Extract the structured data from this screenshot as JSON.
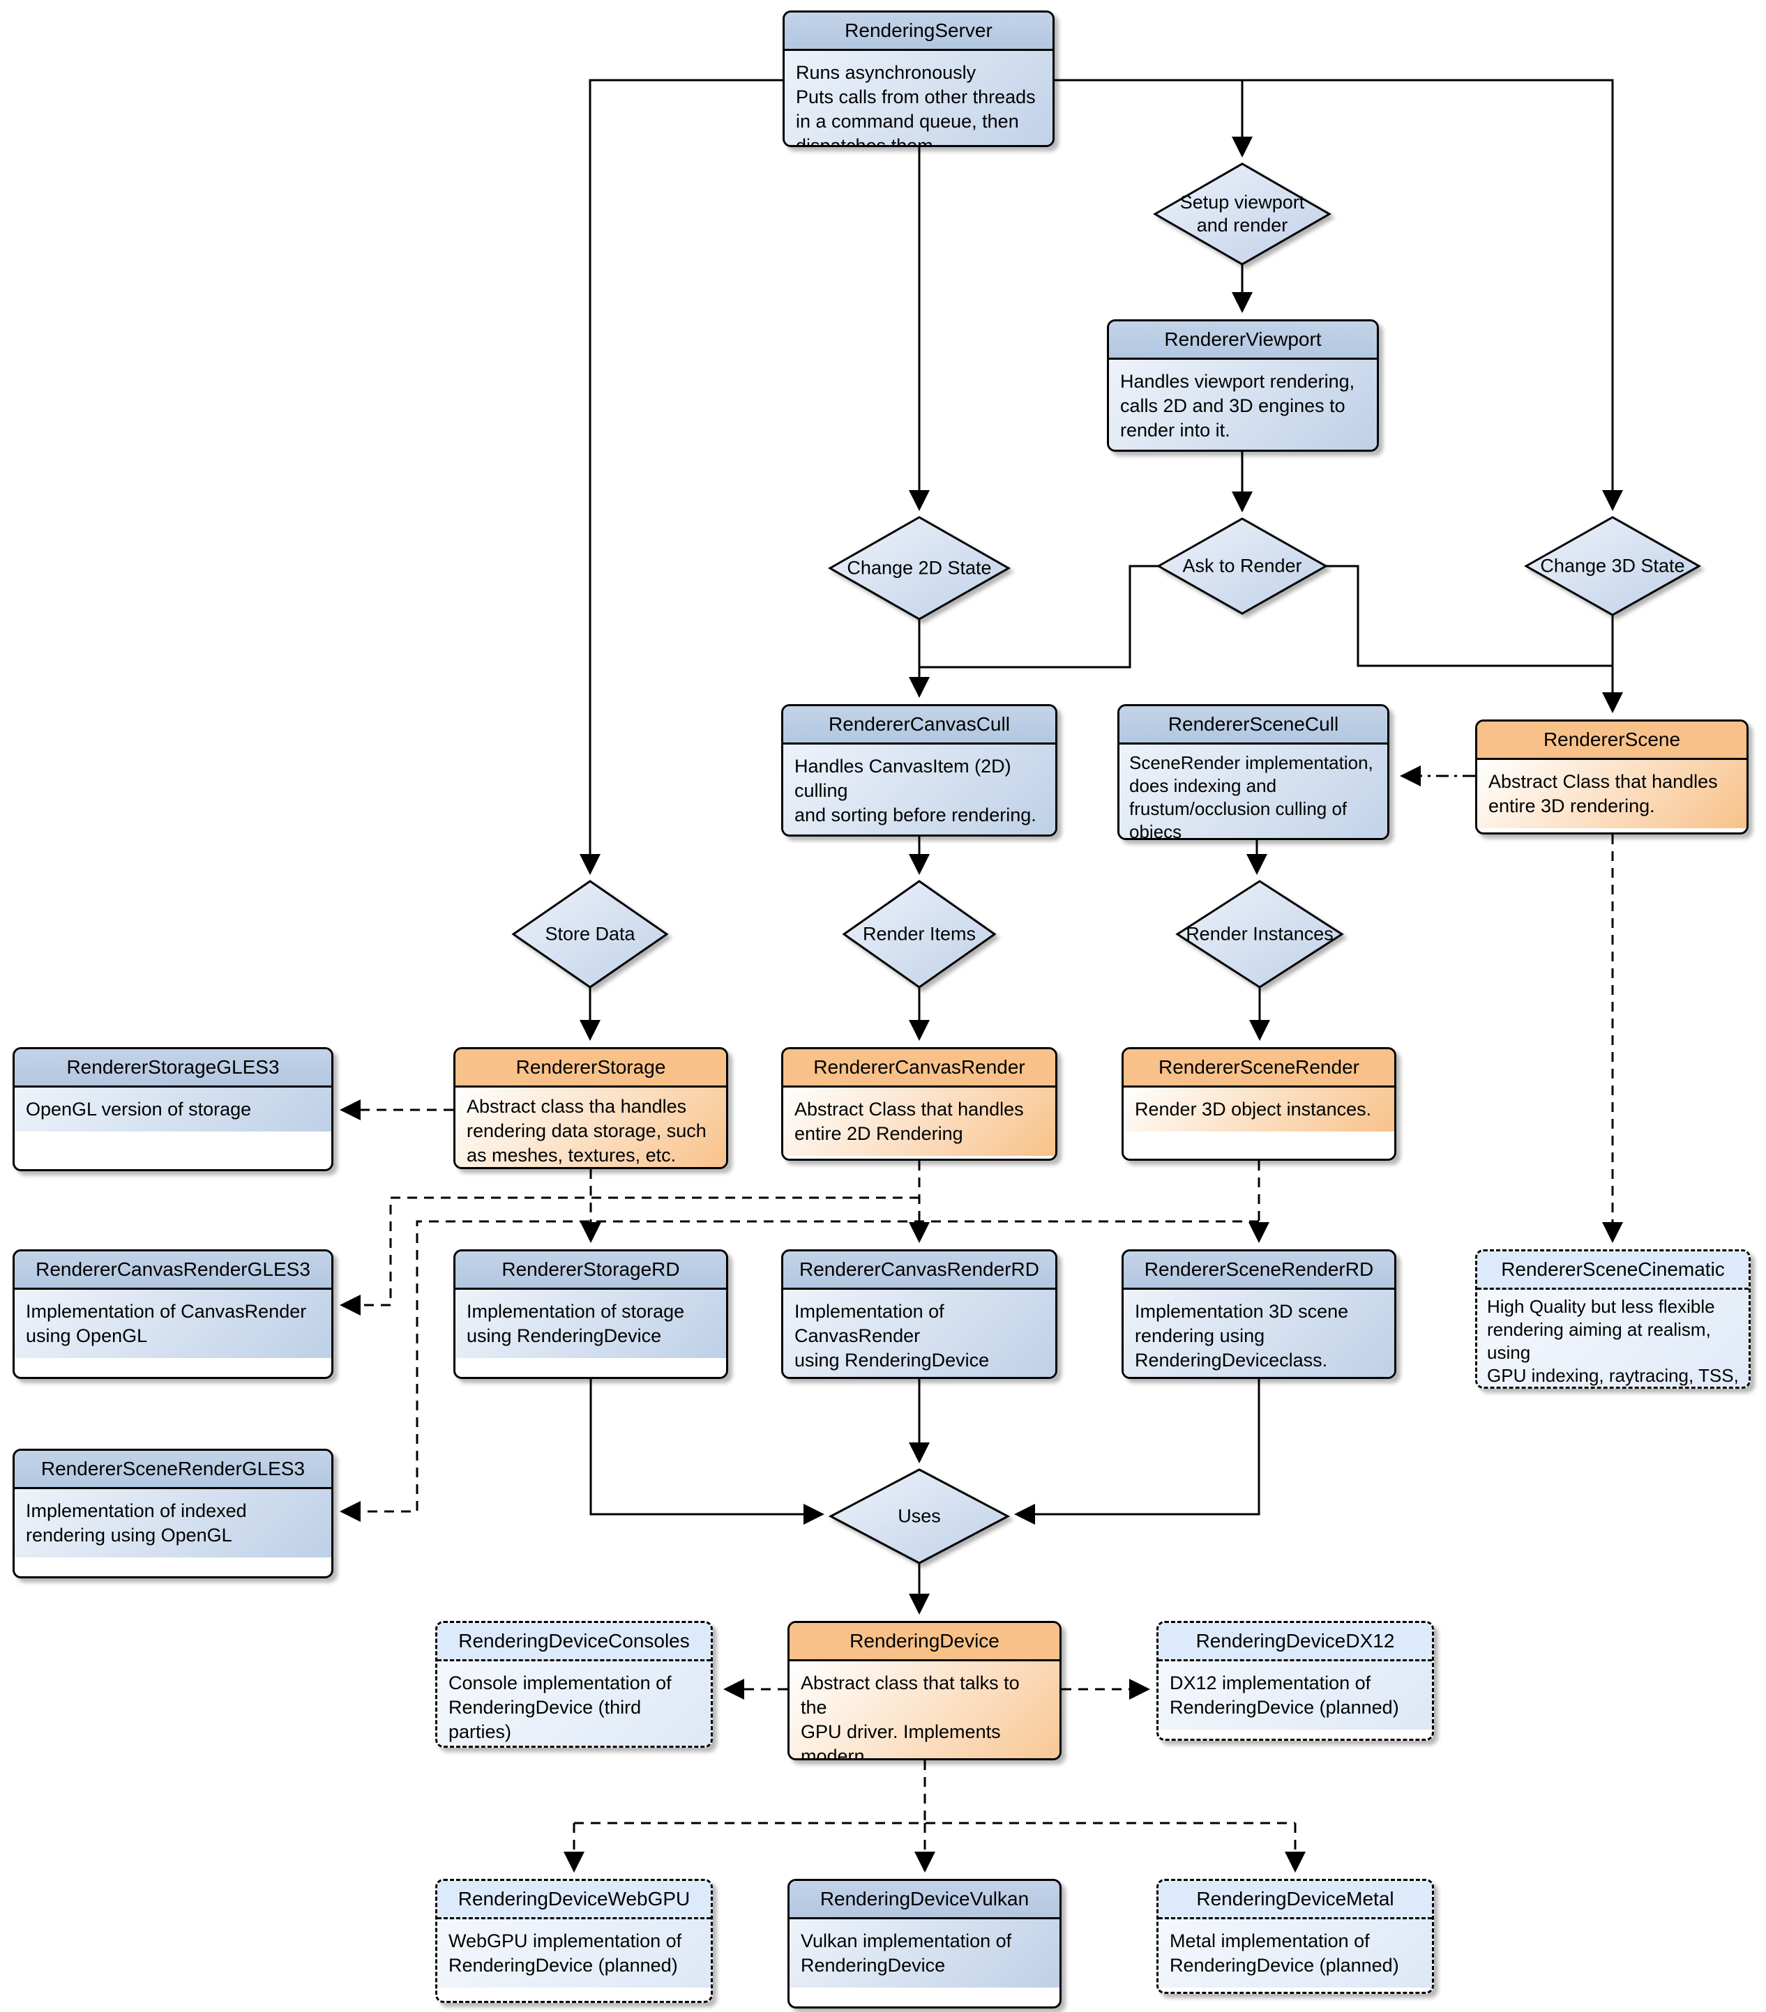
{
  "nodes": {
    "rendering_server": {
      "title": "RenderingServer",
      "body": "Runs asynchronously\nPuts calls from other threads\nin a command queue, then\ndispatches them"
    },
    "renderer_viewport": {
      "title": "RendererViewport",
      "body": "Handles viewport rendering,\ncalls 2D and 3D engines to\nrender into it."
    },
    "renderer_canvas_cull": {
      "title": "RendererCanvasCull",
      "body": "Handles CanvasItem (2D) culling\nand sorting before rendering."
    },
    "renderer_scene_cull": {
      "title": "RendererSceneCull",
      "body": "SceneRender implementation,\ndoes indexing and\nfrustum/occlusion culling of objecs\nusing CPU before rendering."
    },
    "renderer_scene": {
      "title": "RendererScene",
      "body": "Abstract Class that handles\nentire 3D rendering."
    },
    "renderer_storage_gles3": {
      "title": "RendererStorageGLES3",
      "body": "OpenGL version of storage"
    },
    "renderer_storage": {
      "title": "RendererStorage",
      "body": "Abstract class tha handles\nrendering data storage, such\nas meshes, textures, etc."
    },
    "renderer_canvas_render": {
      "title": "RendererCanvasRender",
      "body": "Abstract Class that handles\nentire 2D Rendering"
    },
    "renderer_scene_render": {
      "title": "RendererSceneRender",
      "body": "Render 3D object instances."
    },
    "renderer_canvas_render_gles3": {
      "title": "RendererCanvasRenderGLES3",
      "body": "Implementation of CanvasRender\nusing OpenGL"
    },
    "renderer_storage_rd": {
      "title": "RendererStorageRD",
      "body": "Implementation of storage\nusing RenderingDevice"
    },
    "renderer_canvas_render_rd": {
      "title": "RendererCanvasRenderRD",
      "body": "Implementation of CanvasRender\nusing RenderingDevice"
    },
    "renderer_scene_render_rd": {
      "title": "RendererSceneRenderRD",
      "body": "Implementation 3D scene\nrendering using\nRenderingDeviceclass."
    },
    "renderer_scene_cinematic": {
      "title": "RendererSceneCinematic",
      "body": "High Quality but less flexible\nrendering aiming at realism, using\nGPU indexing, raytracing, TSS, etc\n(planned)"
    },
    "renderer_scene_render_gles3": {
      "title": "RendererSceneRenderGLES3",
      "body": "Implementation of indexed\nrendering using OpenGL"
    },
    "rendering_device_consoles": {
      "title": "RenderingDeviceConsoles",
      "body": "Console implementation of\nRenderingDevice (third parties)"
    },
    "rendering_device": {
      "title": "RenderingDevice",
      "body": "Abstract class that talks to the\nGPU driver. Implements modern\nAPIs."
    },
    "rendering_device_dx12": {
      "title": "RenderingDeviceDX12",
      "body": "DX12 implementation of\nRenderingDevice (planned)"
    },
    "rendering_device_webgpu": {
      "title": "RenderingDeviceWebGPU",
      "body": "WebGPU implementation of\nRenderingDevice (planned)"
    },
    "rendering_device_vulkan": {
      "title": "RenderingDeviceVulkan",
      "body": "Vulkan implementation of\nRenderingDevice"
    },
    "rendering_device_metal": {
      "title": "RenderingDeviceMetal",
      "body": "Metal implementation of\nRenderingDevice (planned)"
    }
  },
  "decisions": {
    "setup_viewport": "Setup viewport\nand render",
    "change_2d_state": "Change 2D State",
    "ask_to_render": "Ask to Render",
    "change_3d_state": "Change 3D State",
    "store_data": "Store Data",
    "render_items": "Render Items",
    "render_instances": "Render Instances",
    "uses": "Uses"
  },
  "colors": {
    "blue_header": "#b8cbe2",
    "blue_body_light": "#eef3fa",
    "orange_header": "#f8c189",
    "planned_header": "#ddeafb",
    "diamond_fill": "#cfdcee",
    "line": "#000000"
  }
}
